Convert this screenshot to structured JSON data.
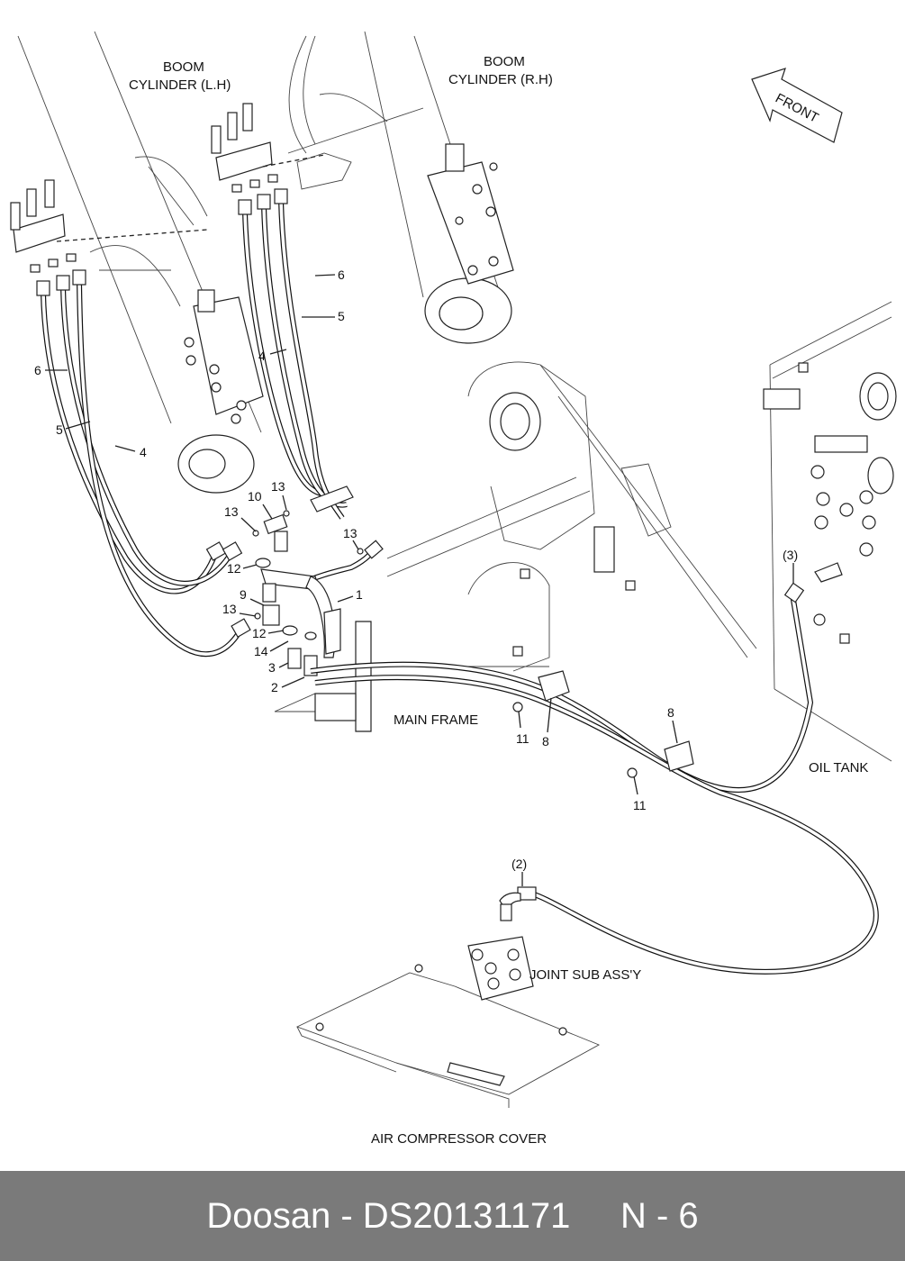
{
  "labels": {
    "boom_cyl_lh_1": "BOOM",
    "boom_cyl_lh_2": "CYLINDER (L.H)",
    "boom_cyl_rh_1": "BOOM",
    "boom_cyl_rh_2": "CYLINDER (R.H)",
    "front": "FRONT",
    "main_frame": "MAIN FRAME",
    "oil_tank": "OIL TANK",
    "joint_sub_assy": "JOINT SUB ASS'Y",
    "air_compressor_cover": "AIR COMPRESSOR COVER"
  },
  "callouts": {
    "c6a": "6",
    "c5a": "5",
    "c4a": "4",
    "c6b": "6",
    "c5b": "5",
    "c4b": "4",
    "c13a": "13",
    "c10": "10",
    "c13b": "13",
    "c13c": "13",
    "c12a": "12",
    "c9": "9",
    "c1": "1",
    "c13d": "13",
    "c12b": "12",
    "c14": "14",
    "c3": "3",
    "c2": "2",
    "c11a": "11",
    "c8a": "8",
    "c8b": "8",
    "c11b": "11",
    "p3": "(3)",
    "p2": "(2)"
  },
  "footer": {
    "brand_part": "Doosan - DS20131171",
    "page": "N - 6"
  }
}
